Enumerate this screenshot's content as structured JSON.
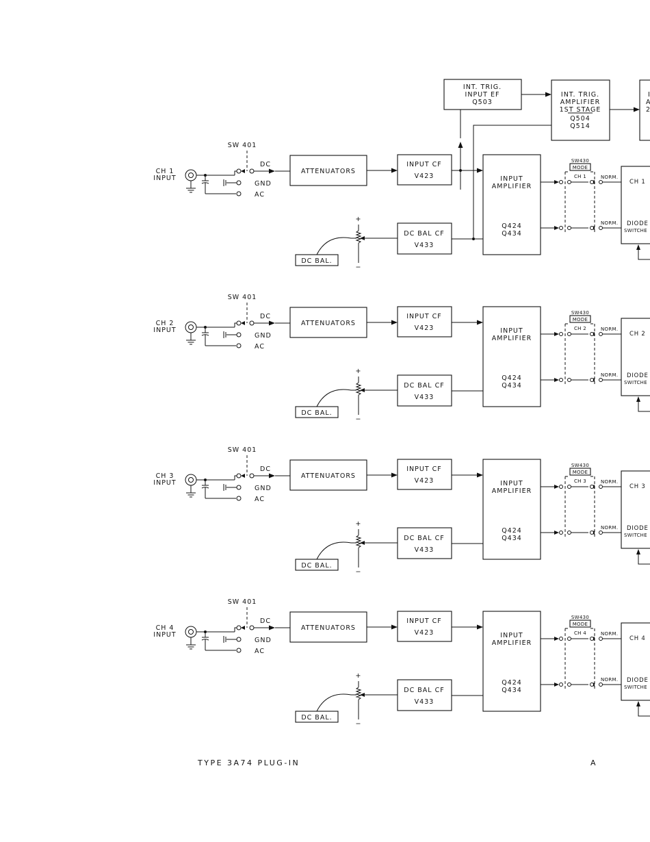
{
  "trigger": {
    "input_ef": [
      "INT. TRIG.",
      "INPUT EF",
      "Q503"
    ],
    "amplifier": [
      "INT. TRIG.",
      "AMPLIFIER",
      "1ST STAGE",
      "Q504",
      "Q514"
    ],
    "next_partial": [
      "I",
      "A",
      "2"
    ]
  },
  "channels": [
    {
      "input_label": [
        "CH 1",
        "INPUT"
      ],
      "switch": "SW 401",
      "dc": "DC",
      "gnd": "GND",
      "ac": "AC",
      "attenuators": "ATTENUATORS",
      "input_cf": [
        "INPUT CF",
        "V423"
      ],
      "dc_bal_cf": [
        "DC BAL CF",
        "V433"
      ],
      "dc_bal": "DC BAL.",
      "plus": "+",
      "minus": "−",
      "amplifier": [
        "INPUT",
        "AMPLIFIER",
        "Q424",
        "Q434"
      ],
      "mode_switch": [
        "SW430",
        "MODE",
        "CH 1"
      ],
      "norm": "NORM.",
      "diode": [
        "CH 1",
        "DIODE",
        "SWITCHE"
      ]
    },
    {
      "input_label": [
        "CH 2",
        "INPUT"
      ],
      "switch": "SW 401",
      "dc": "DC",
      "gnd": "GND",
      "ac": "AC",
      "attenuators": "ATTENUATORS",
      "input_cf": [
        "INPUT CF",
        "V423"
      ],
      "dc_bal_cf": [
        "DC BAL CF",
        "V433"
      ],
      "dc_bal": "DC BAL.",
      "plus": "+",
      "minus": "−",
      "amplifier": [
        "INPUT",
        "AMPLIFIER",
        "Q424",
        "Q434"
      ],
      "mode_switch": [
        "SW430",
        "MODE",
        "CH 2"
      ],
      "norm": "NORM.",
      "diode": [
        "CH 2",
        "DIODE",
        "SWITCHE"
      ]
    },
    {
      "input_label": [
        "CH 3",
        "INPUT"
      ],
      "switch": "SW 401",
      "dc": "DC",
      "gnd": "GND",
      "ac": "AC",
      "attenuators": "ATTENUATORS",
      "input_cf": [
        "INPUT CF",
        "V423"
      ],
      "dc_bal_cf": [
        "DC BAL CF",
        "V433"
      ],
      "dc_bal": "DC BAL.",
      "plus": "+",
      "minus": "−",
      "amplifier": [
        "INPUT",
        "AMPLIFIER",
        "Q424",
        "Q434"
      ],
      "mode_switch": [
        "SW430",
        "MODE",
        "CH 3"
      ],
      "norm": "NORM.",
      "diode": [
        "CH 3",
        "DIODE",
        "SWITCHE"
      ]
    },
    {
      "input_label": [
        "CH 4",
        "INPUT"
      ],
      "switch": "SW 401",
      "dc": "DC",
      "gnd": "GND",
      "ac": "AC",
      "attenuators": "ATTENUATORS",
      "input_cf": [
        "INPUT CF",
        "V423"
      ],
      "dc_bal_cf": [
        "DC BAL CF",
        "V433"
      ],
      "dc_bal": "DC BAL.",
      "plus": "+",
      "minus": "−",
      "amplifier": [
        "INPUT",
        "AMPLIFIER",
        "Q424",
        "Q434"
      ],
      "mode_switch": [
        "SW430",
        "MODE",
        "CH 4"
      ],
      "norm": "NORM.",
      "diode": [
        "CH 4",
        "DIODE",
        "SWITCHE"
      ]
    }
  ],
  "footer": {
    "title": "TYPE 3A74 PLUG-IN",
    "page_letter": "A"
  }
}
